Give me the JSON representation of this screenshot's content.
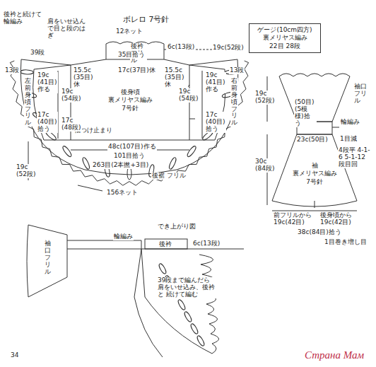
{
  "diagram": {
    "title": "ボレロ 7号針",
    "nodes": [
      {
        "text": [
          "ゲージ(10cm四方)",
          "裏メリヤス編み",
          "22目 28段"
        ]
      },
      {
        "text": [
          "後身頃",
          "裏メリヤス編み",
          "7号針"
        ]
      },
      {
        "text": [
          "袖",
          "裏メリヤス編み",
          "7号針"
        ]
      }
    ],
    "labels": [
      "後衿と続けて輪編み",
      "肩をいせ込んで目と段のはぎ",
      "12ネット",
      "後衿 フリル",
      "35目拾う",
      "6c(13段)",
      "19c(52段)",
      "39段",
      "13段",
      "13段",
      "左前身頃 フリル",
      "19c (41目)作る",
      "15.5c (35目)休",
      "17c(37目)休",
      "15.5c (35目)休",
      "19c (54段)",
      "袖つけ止まり",
      "17c (40目)拾う",
      "17c (48段)",
      "19c (41目)作る",
      "19c (54段)",
      "17c (40目)拾う",
      "右前身頃 フリル",
      "48c(107目)作る",
      "101目拾う",
      "263目(2本撚+3目)",
      "19c (52段)",
      "後裾 フリル",
      "156ネット",
      "袖口 フリル",
      "輪編み",
      "(50目)(5模様)拾う",
      "1目減",
      "23c(50目)",
      "19c (52段)",
      "30c (84段)",
      "4段平 4-1-6 5-1-12 段目回",
      "前フリルから 19c(42目)",
      "後身頃から 19c(42目)",
      "38c(84目)拾う",
      "1目巻き増し目",
      "でき上がり図",
      "輪編み",
      "後衿",
      "6c(13段)",
      "袖口フリル",
      "39段まで編んだら 肩をいせ込み、後衿と 続けて編む",
      "34",
      "Страна Мам"
    ]
  }
}
